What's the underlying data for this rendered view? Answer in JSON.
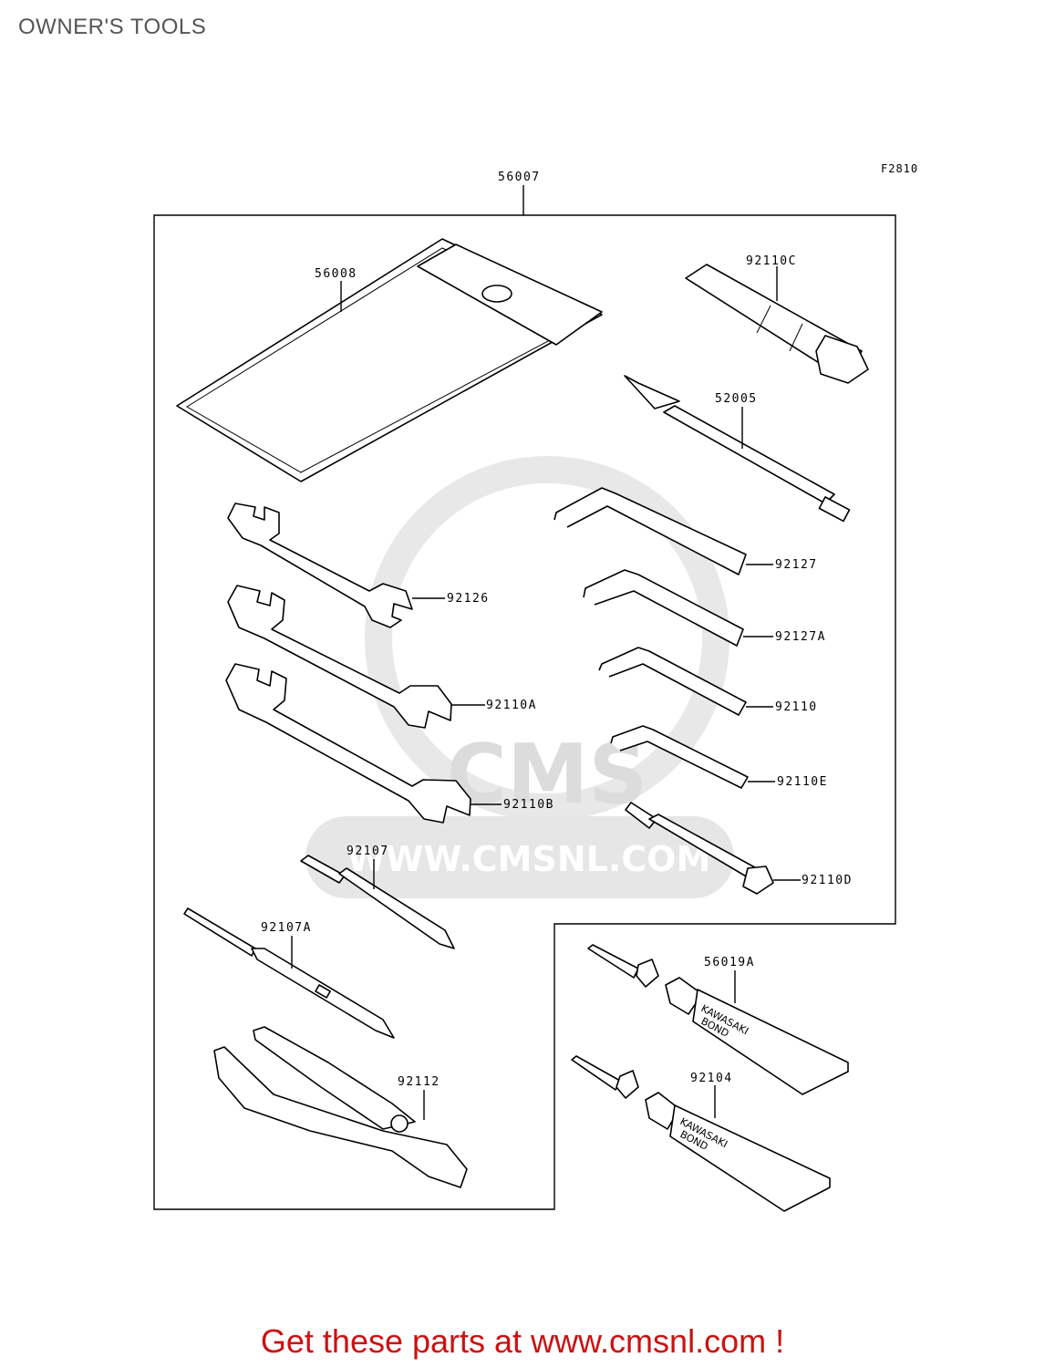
{
  "title": "OWNER'S TOOLS",
  "figure_code": "F2810",
  "watermark": {
    "logo_text": "CMS",
    "url_text": "WWW.CMSNL.COM",
    "color": "#e0e0e0"
  },
  "parts": {
    "kit": "56007",
    "case": "56008",
    "spark_plug_wrench": "92110C",
    "tool_52005": "52005",
    "hex_92127": "92127",
    "hex_92127A": "92127A",
    "hex_92110": "92110",
    "hex_92110E": "92110E",
    "spoke_92110D": "92110D",
    "wrench_92126": "92126",
    "wrench_92110A": "92110A",
    "wrench_92110B": "92110B",
    "screwdriver_92107": "92107",
    "screwdriver_92107A": "92107A",
    "pliers_92112": "92112",
    "bond_56019A": "56019A",
    "bond_92104": "92104"
  },
  "tube_label": [
    "KAWASAKI",
    "BOND"
  ],
  "promo_text": "Get these parts at www.cmsnl.com !",
  "colors": {
    "promo": "#cc1111",
    "title": "#555555"
  }
}
